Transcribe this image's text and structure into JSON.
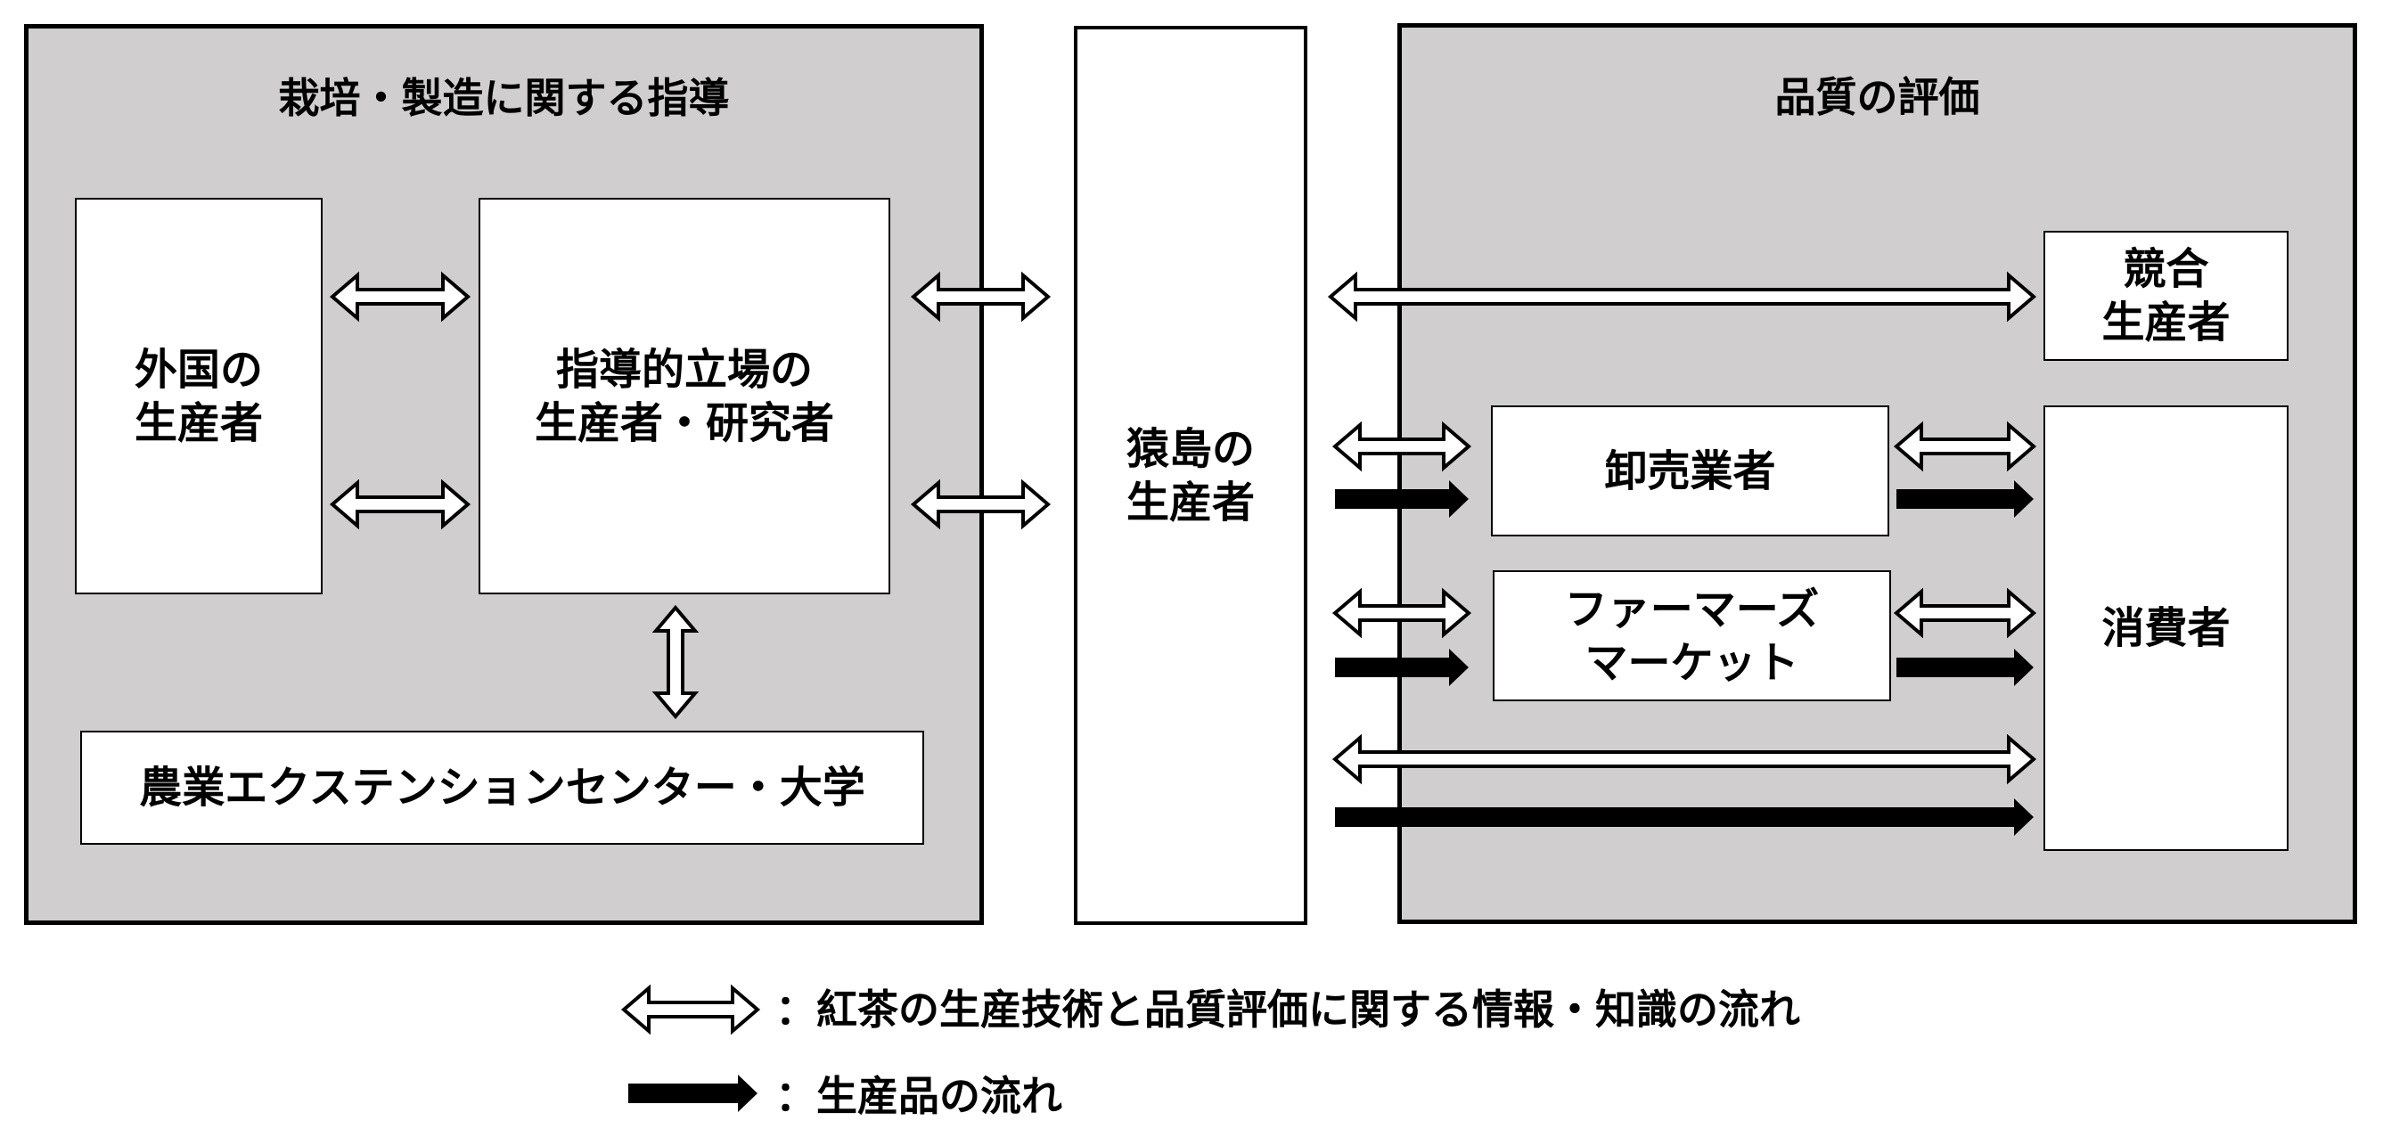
{
  "left_panel": {
    "title": "栽培・製造に関する指導"
  },
  "right_panel": {
    "title": "品質の評価"
  },
  "nodes": {
    "foreign_producers": "外国の\n生産者",
    "leading_producers": "指導的立場の\n生産者・研究者",
    "extension_center": "農業エクステンションセンター・大学",
    "sarushima_producers": "猿島の\n生産者",
    "competing_producers": "競合\n生産者",
    "wholesalers": "卸売業者",
    "farmers_market": "ファーマーズ\nマーケット",
    "consumers": "消費者"
  },
  "legend": {
    "info_flow": "：紅茶の生産技術と品質評価に関する情報・知識の流れ",
    "product_flow": "：生産品の流れ"
  }
}
